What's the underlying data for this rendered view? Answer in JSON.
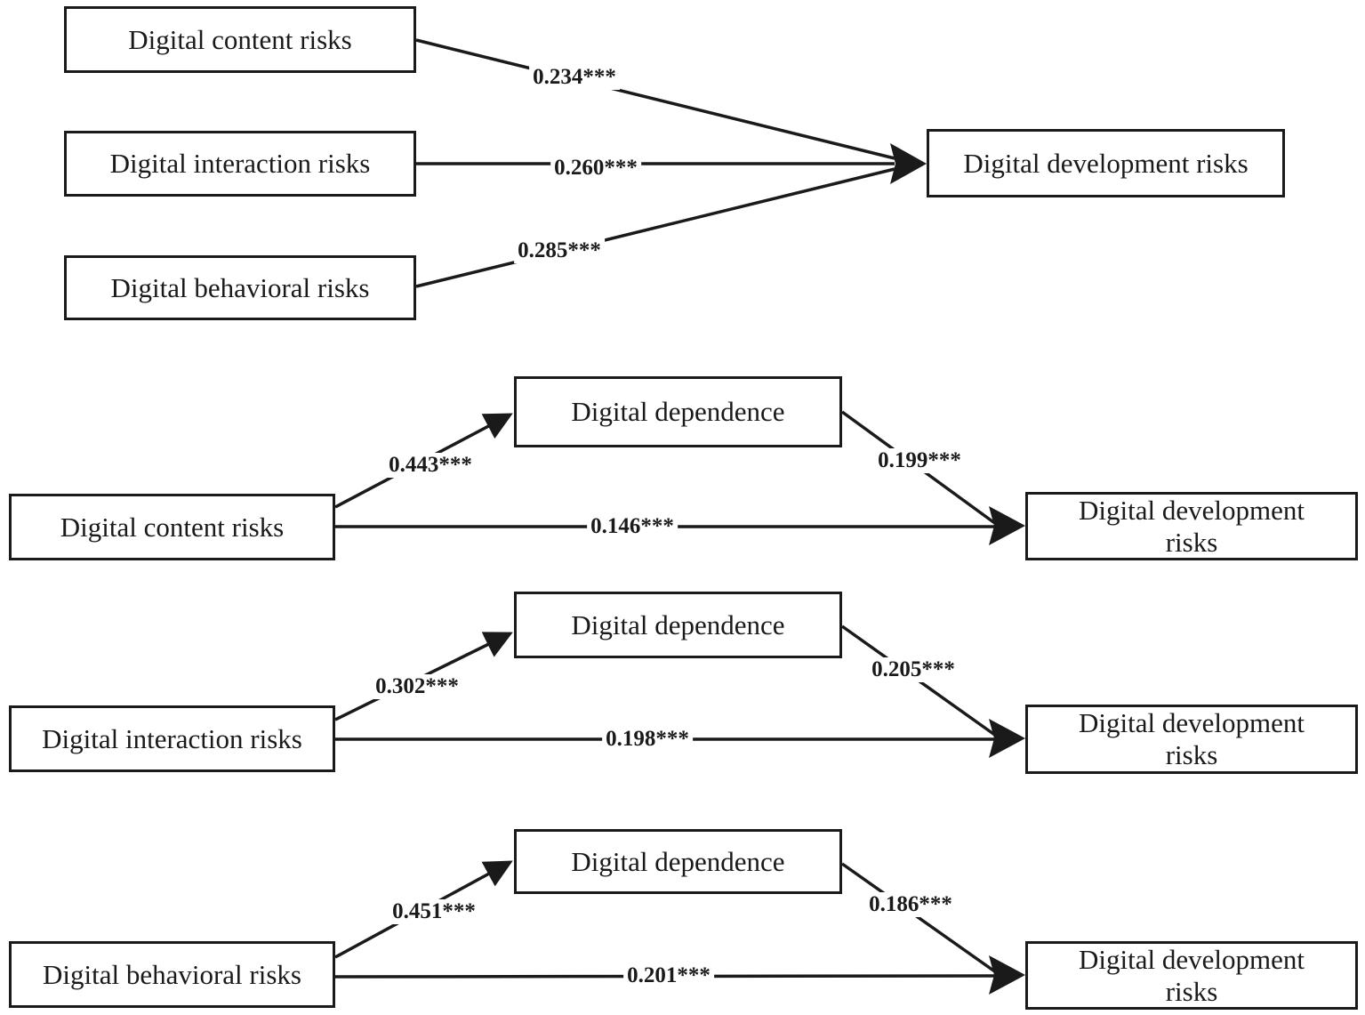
{
  "colors": {
    "ink": "#1a1a1a",
    "background": "#ffffff"
  },
  "direct_model": {
    "sources": [
      {
        "label": "Digital content risks",
        "coefficient": "0.234***"
      },
      {
        "label": "Digital interaction risks",
        "coefficient": "0.260***"
      },
      {
        "label": "Digital behavioral risks",
        "coefficient": "0.285***"
      }
    ],
    "outcome": "Digital development risks"
  },
  "mediation_models": [
    {
      "source": "Digital content risks",
      "mediator": "Digital dependence",
      "a_path": "0.443***",
      "b_path": "0.199***",
      "direct_path": "0.146***",
      "outcome_lines": [
        "Digital development",
        "risks"
      ]
    },
    {
      "source": "Digital interaction risks",
      "mediator": "Digital dependence",
      "a_path": "0.302***",
      "b_path": "0.205***",
      "direct_path": "0.198***",
      "outcome_lines": [
        "Digital development",
        "risks"
      ]
    },
    {
      "source": "Digital behavioral risks",
      "mediator": "Digital dependence",
      "a_path": "0.451***",
      "b_path": "0.186***",
      "direct_path": "0.201***",
      "outcome_lines": [
        "Digital development",
        "risks"
      ]
    }
  ]
}
